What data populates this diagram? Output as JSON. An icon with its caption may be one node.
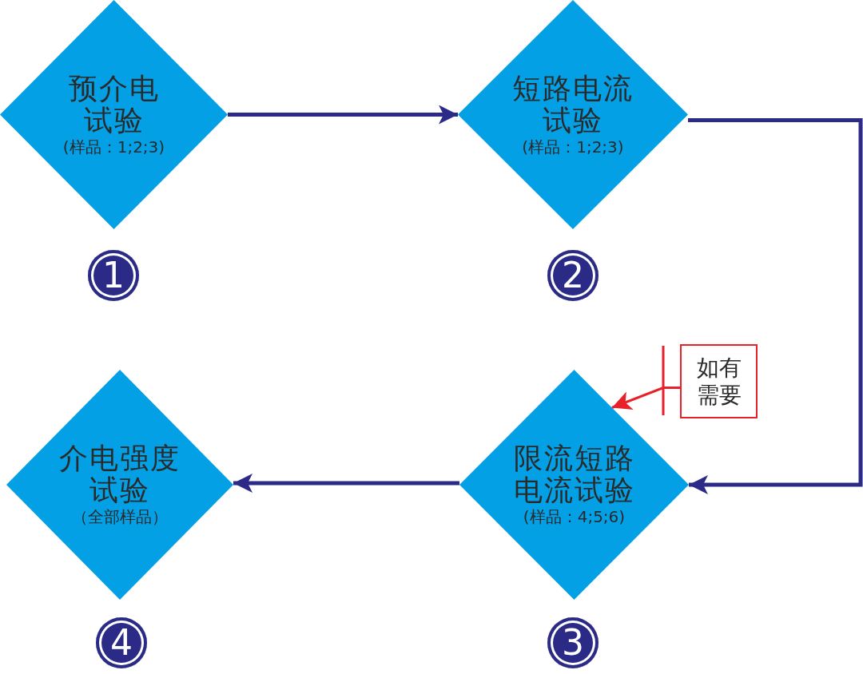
{
  "diagram": {
    "nodes": [
      {
        "text": [
          "预介电试验",
          "(样品：1;2;3)"
        ],
        "beside": [
          "1"
        ]
      },
      {
        "text": [
          "短路电流试验",
          "(样品：1;2;3)"
        ],
        "beside": [
          "2"
        ]
      },
      {
        "text": [
          "限流短路电流试验",
          "(样品：4;5;6)"
        ],
        "beside": [
          "3"
        ]
      },
      {
        "text": [
          "介电强度试验",
          "（全部样品）"
        ],
        "beside": [
          "4"
        ]
      },
      {
        "text": [
          "如有需要"
        ]
      }
    ],
    "edges": [
      {
        "from": 0,
        "to": 1,
        "arrow": "to"
      },
      {
        "from": 1,
        "to": 2,
        "arrow": "to"
      },
      {
        "from": 2,
        "to": 3,
        "arrow": "to"
      },
      {
        "from": 4,
        "to": 2,
        "arrow": "to",
        "color": "#e8202a"
      }
    ]
  }
}
